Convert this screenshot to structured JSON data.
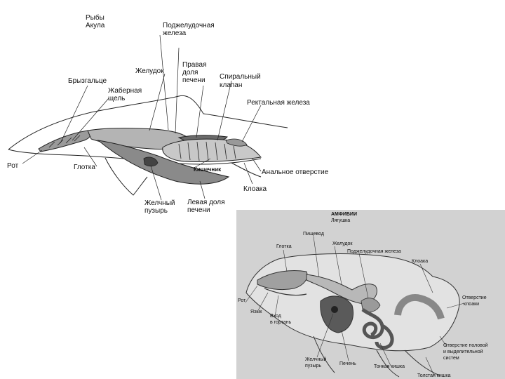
{
  "shark": {
    "title_line1": "Рыбы",
    "title_line2": "Акула",
    "labels": {
      "pancreas_1": "Поджелудочная",
      "pancreas_2": "железа",
      "right_lobe_1": "Правая",
      "right_lobe_2": "доля",
      "right_lobe_3": "печени",
      "stomach": "Желудок",
      "spiracle": "Брызгальце",
      "spiral_valve_1": "Спиральный",
      "spiral_valve_2": "клапан",
      "gill_slit_1": "Жаберная",
      "gill_slit_2": "щель",
      "rectal_gland": "Ректальная железа",
      "mouth": "Рот",
      "pharynx": "Глотка",
      "intestine": "Кишечник",
      "anus": "Анальное отверстие",
      "cloaca": "Клоака",
      "gallbladder_1": "Желчный",
      "gallbladder_2": "пузырь",
      "left_lobe_1": "Левая доля",
      "left_lobe_2": "печени"
    }
  },
  "frog": {
    "title_line1": "АМФИБИИ",
    "title_line2": "Лягушка",
    "labels": {
      "esophagus": "Пищевод",
      "stomach": "Желудок",
      "pharynx": "Глотка",
      "pancreas": "Поджелудочная железа",
      "cloaca": "Клоака",
      "mouth": "Рот",
      "cloaca_opening_1": "Отверстие",
      "cloaca_opening_2": "клоаки",
      "tongue": "Язык",
      "larynx_1": "Вход",
      "larynx_2": "в гортань",
      "urogenital_1": "Отверстие половой",
      "urogenital_2": "и выделительной",
      "urogenital_3": "систем",
      "gallbladder_1": "Желчный",
      "gallbladder_2": "пузырь",
      "liver": "Печень",
      "small_intestine": "Тонкая кишка",
      "large_intestine": "Толстая кишка"
    }
  },
  "colors": {
    "background": "#ffffff",
    "panel": "#d2d2d2",
    "ink": "#111111"
  }
}
